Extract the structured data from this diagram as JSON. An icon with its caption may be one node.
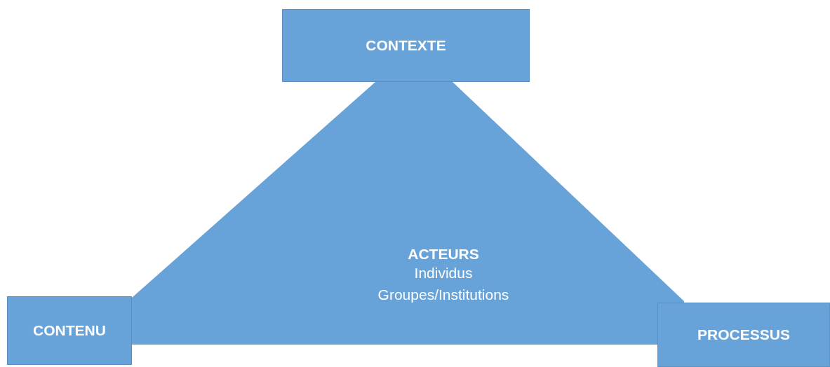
{
  "diagram": {
    "nodes": [
      {
        "text": [
          "CONTEXTE"
        ]
      },
      {
        "text": [
          "ACTEURS",
          "Individus",
          "Groupes/Institutions"
        ]
      },
      {
        "text": [
          "CONTENU"
        ]
      },
      {
        "text": [
          "PROCESSUS"
        ]
      }
    ]
  }
}
